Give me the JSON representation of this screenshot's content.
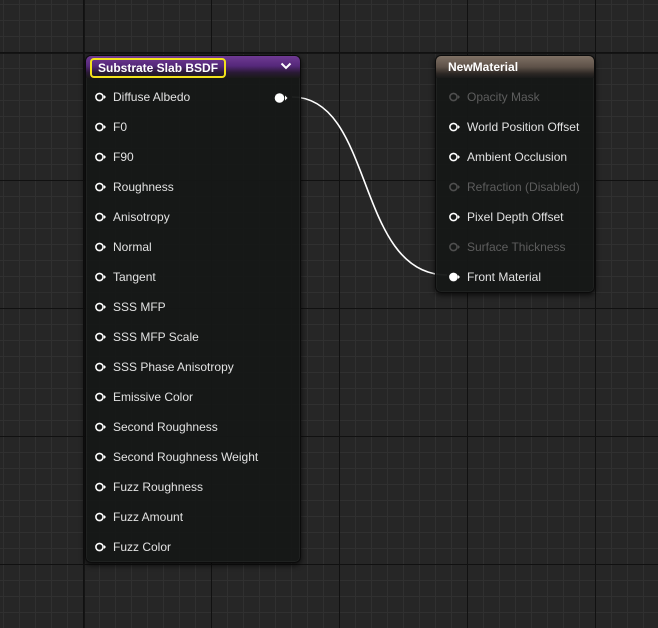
{
  "slab_node": {
    "title": "Substrate Slab BSDF",
    "inputs": [
      "Diffuse Albedo",
      "F0",
      "F90",
      "Roughness",
      "Anisotropy",
      "Normal",
      "Tangent",
      "SSS MFP",
      "SSS MFP Scale",
      "SSS Phase Anisotropy",
      "Emissive Color",
      "Second Roughness",
      "Second Roughness Weight",
      "Fuzz Roughness",
      "Fuzz Amount",
      "Fuzz Color"
    ]
  },
  "material_node": {
    "title": "NewMaterial",
    "inputs": [
      {
        "label": "Opacity Mask",
        "enabled": false
      },
      {
        "label": "World Position Offset",
        "enabled": true
      },
      {
        "label": "Ambient Occlusion",
        "enabled": true
      },
      {
        "label": "Refraction (Disabled)",
        "enabled": false
      },
      {
        "label": "Pixel Depth Offset",
        "enabled": true
      },
      {
        "label": "Surface Thickness",
        "enabled": false
      },
      {
        "label": "Front Material",
        "enabled": true,
        "connected": true
      }
    ]
  },
  "colors": {
    "slab_header": "#6f3a93",
    "material_header": "#7e7064",
    "highlight": "#f3e21b",
    "wire": "#ffffff"
  }
}
